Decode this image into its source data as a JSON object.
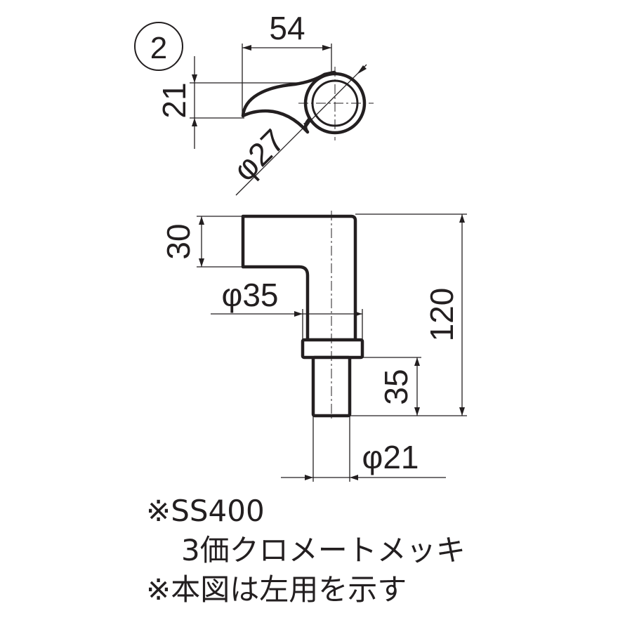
{
  "part_number": "2",
  "top_view": {
    "width_dim": "54",
    "height_dim": "21",
    "diameter_dim": "φ27"
  },
  "side_view": {
    "top_height_dim": "30",
    "collar_diameter_dim": "φ35",
    "total_height_dim": "120",
    "pin_length_dim": "35",
    "pin_diameter_dim": "φ21"
  },
  "notes": {
    "material": "※SS400",
    "finish": "3価クロメートメッキ",
    "orientation": "※本図は左用を示す"
  }
}
